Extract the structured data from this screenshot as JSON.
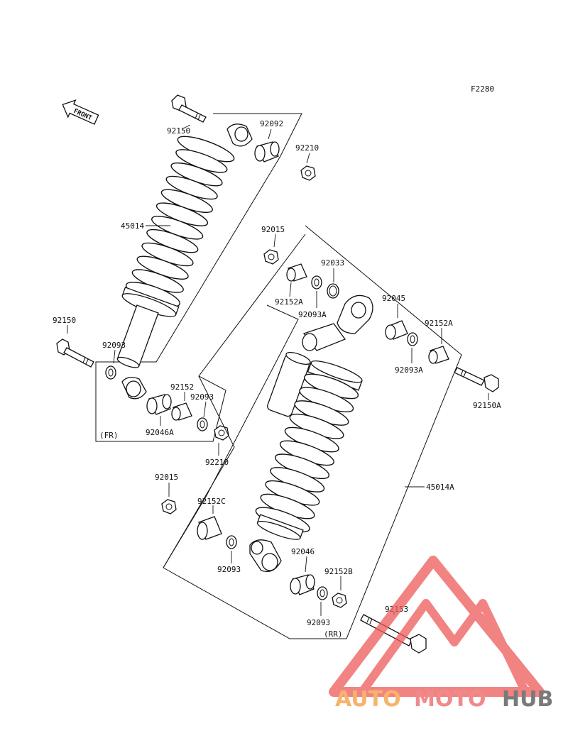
{
  "figure_code": "F2280",
  "front_label": "FRONT",
  "front_part": {
    "tag": "(FR)",
    "labels": {
      "bolt_upper": "92150",
      "bushing_upper": "92092",
      "nut_upper": "92210",
      "shock": "45014",
      "bolt_lower": "92150",
      "washer_left": "92093",
      "collar": "92152",
      "washer_right": "92093",
      "bearing": "92046A",
      "nut_lower": "92210"
    }
  },
  "rear_part": {
    "tag": "(RR)",
    "labels": {
      "nut_upper": "92015",
      "collar_upper_left": "92152A",
      "washer_upper_left": "92093A",
      "ring": "92033",
      "bearing_upper": "92045",
      "collar_upper_right": "92152A",
      "washer_upper_right": "92093A",
      "bolt_upper": "92150A",
      "shock": "45014A",
      "nut_lower": "92015",
      "collar_lower_left": "92152C",
      "washer_lower_left": "92093",
      "bearing_lower": "92046",
      "collar_lower_right": "92152B",
      "washer_lower_right": "92093",
      "bolt_lower": "92153"
    }
  },
  "watermark": {
    "part1": "AUTO",
    "part2": "MOTO",
    "part3": "HUB",
    "color1": "#f6b36b",
    "color2": "#f08a8a",
    "color3": "#7a7a7a",
    "logo_color": "#ee5a5a"
  }
}
